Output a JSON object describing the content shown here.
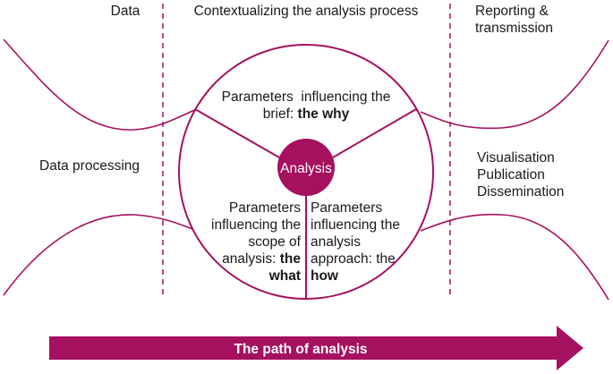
{
  "colors": {
    "accent": "#a5105f",
    "text": "#1a1a1a",
    "background": "#ffffff"
  },
  "headings": {
    "data": "Data",
    "context": "Contextualizing the analysis process",
    "reporting_line1": "Reporting &",
    "reporting_line2": "transmission"
  },
  "side_labels": {
    "data_processing": "Data processing",
    "visualisation": "Visualisation",
    "publication": "Publication",
    "dissemination": "Dissemination"
  },
  "circle": {
    "center_label": "Analysis",
    "why_line1": "Parameters  influencing the",
    "why_line2_normal": "brief: ",
    "why_line2_bold": "the why",
    "what_line1": "Parameters",
    "what_line2": "influencing the",
    "what_line3": "scope of",
    "what_line4_normal": "analysis: ",
    "what_line4_bold": "the",
    "what_line5_bold": "what",
    "how_line1": "Parameters",
    "how_line2": "influencing the",
    "how_line3": "analysis",
    "how_line4": "approach: the",
    "how_line5_bold": "how"
  },
  "arrow": {
    "label": "The path of analysis"
  }
}
